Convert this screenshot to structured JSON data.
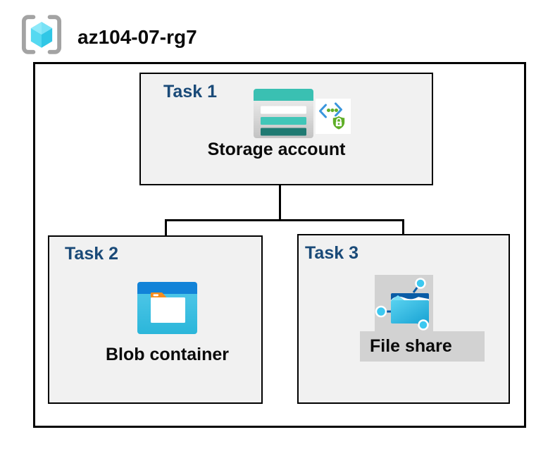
{
  "header": {
    "title": "az104-07-rg7",
    "icon": "resource-group-icon"
  },
  "diagram": {
    "tasks": [
      {
        "id": "task1",
        "label": "Task 1",
        "resource": "Storage account",
        "icons": [
          "storage-account-icon",
          "secure-endpoint-icon"
        ]
      },
      {
        "id": "task2",
        "label": "Task 2",
        "resource": "Blob container",
        "icons": [
          "blob-container-icon"
        ]
      },
      {
        "id": "task3",
        "label": "Task 3",
        "resource": "File share",
        "icons": [
          "file-share-icon"
        ],
        "highlighted": true
      }
    ],
    "connections": [
      {
        "from": "Storage account",
        "to": "Blob container"
      },
      {
        "from": "Storage account",
        "to": "File share"
      }
    ]
  },
  "colors": {
    "task_label": "#1a4a78",
    "box_fill": "#f1f1f1",
    "line": "#000000",
    "highlight_gray": "#d2d2d2",
    "storage_teal": "#3ac0b2",
    "storage_teal_dark": "#1f7a72",
    "blob_top_blue": "#1283d8",
    "blob_body_cyan": "#38bfe2",
    "folder_tab_orange": "#f78d1e",
    "fileshare_dark_blue": "#0a5ca6",
    "fileshare_cyan": "#2eb8e0",
    "node_cyan": "#3cc8f0",
    "shield_green": "#5fae27",
    "bracket_blue": "#3a96dd",
    "rg_bracket_gray": "#a3a3a3",
    "rg_cube_top": "#8ee9f9",
    "rg_cube_left": "#55d9f1",
    "rg_cube_right": "#31c7e6"
  }
}
